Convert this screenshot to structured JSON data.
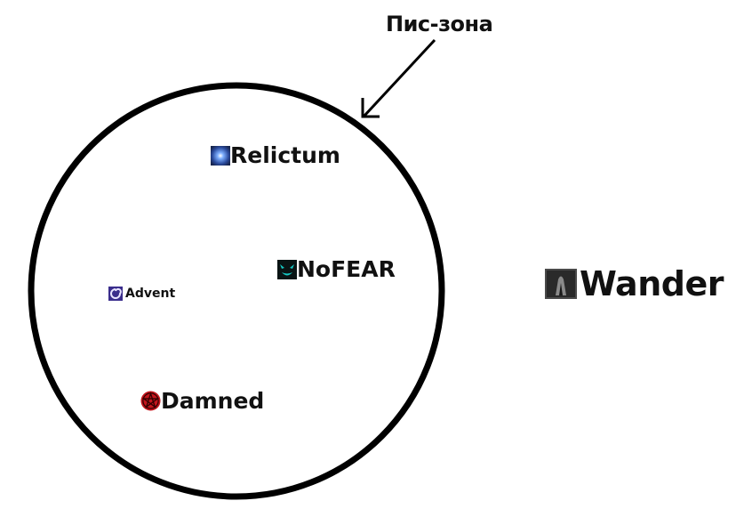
{
  "zone_label": "Пис-зона",
  "guilds": [
    {
      "name": "Relictum",
      "icon": "blue-orb-icon",
      "inside_zone": true
    },
    {
      "name": "NoFEAR",
      "icon": "cyan-demon-face-icon",
      "inside_zone": true
    },
    {
      "name": "Advent",
      "icon": "purple-spiral-icon",
      "inside_zone": true
    },
    {
      "name": "Damned",
      "icon": "red-pentagram-icon",
      "inside_zone": true
    },
    {
      "name": "Wander",
      "icon": "grey-hooded-figure-icon",
      "inside_zone": false
    }
  ],
  "colors": {
    "outline": "#000000",
    "relictum_icon": "#3b5fb0",
    "nofear_icon": "#16c9c4",
    "advent_icon": "#3a2d8c",
    "damned_icon": "#c4151c",
    "wander_icon": "#4a4a4a"
  }
}
